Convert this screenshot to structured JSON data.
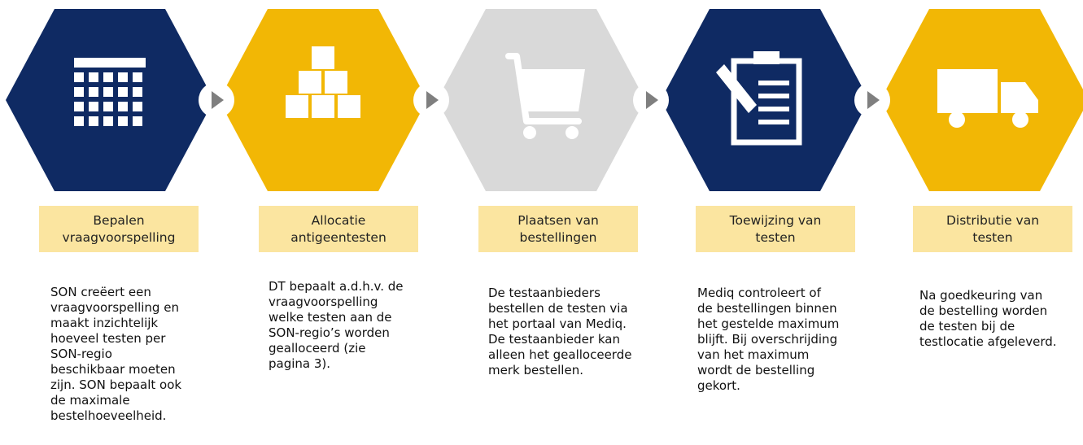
{
  "steps": [
    {
      "title_lines": [
        "Bepalen",
        "vraagvoorspelling"
      ],
      "description_lines": [
        "SON creëert een",
        "vraagvoorspelling en",
        "maakt inzichtelijk",
        "hoeveel testen per",
        "SON-regio",
        "beschikbaar moeten",
        "zijn. SON bepaalt ook",
        "de maximale",
        "bestelhoeveelheid."
      ],
      "icon": "calendar-icon",
      "hex_color": "#0f2a63",
      "icon_color": "#ffffff"
    },
    {
      "title_lines": [
        "Allocatie",
        "antigeentesten"
      ],
      "description_lines": [
        "DT bepaalt a.d.h.v. de",
        "vraagvoorspelling",
        "welke testen aan de",
        "SON-regio’s worden",
        "gealloceerd (zie",
        "pagina 3)."
      ],
      "icon": "boxes-icon",
      "hex_color": "#f2b705",
      "icon_color": "#ffffff"
    },
    {
      "title_lines": [
        "Plaatsen van",
        "bestellingen"
      ],
      "description_lines": [
        "De testaanbieders",
        "bestellen de testen via",
        "het portaal van Mediq.",
        "De testaanbieder kan",
        "alleen het gealloceerde",
        "merk bestellen."
      ],
      "icon": "shopping-cart-icon",
      "hex_color": "#d9d9d9",
      "icon_color": "#ffffff"
    },
    {
      "title_lines": [
        "Toewijzing van",
        "testen"
      ],
      "description_lines": [
        "Mediq controleert of",
        "de bestellingen binnen",
        "het gestelde maximum",
        "blijft. Bij overschrijding",
        "van het maximum",
        "wordt de bestelling",
        "gekort."
      ],
      "icon": "clipboard-pencil-icon",
      "hex_color": "#0f2a63",
      "icon_color": "#ffffff"
    },
    {
      "title_lines": [
        "Distributie van",
        "testen"
      ],
      "description_lines": [
        "Na goedkeuring van",
        "de bestelling worden",
        "de testen bij de",
        "testlocatie afgeleverd."
      ],
      "icon": "delivery-truck-icon",
      "hex_color": "#f2b705",
      "icon_color": "#ffffff"
    }
  ],
  "connector_colors": {
    "circle": "#ffffff",
    "arrow": "#7f7f7f"
  },
  "label_box_color": "#fbe5a0"
}
